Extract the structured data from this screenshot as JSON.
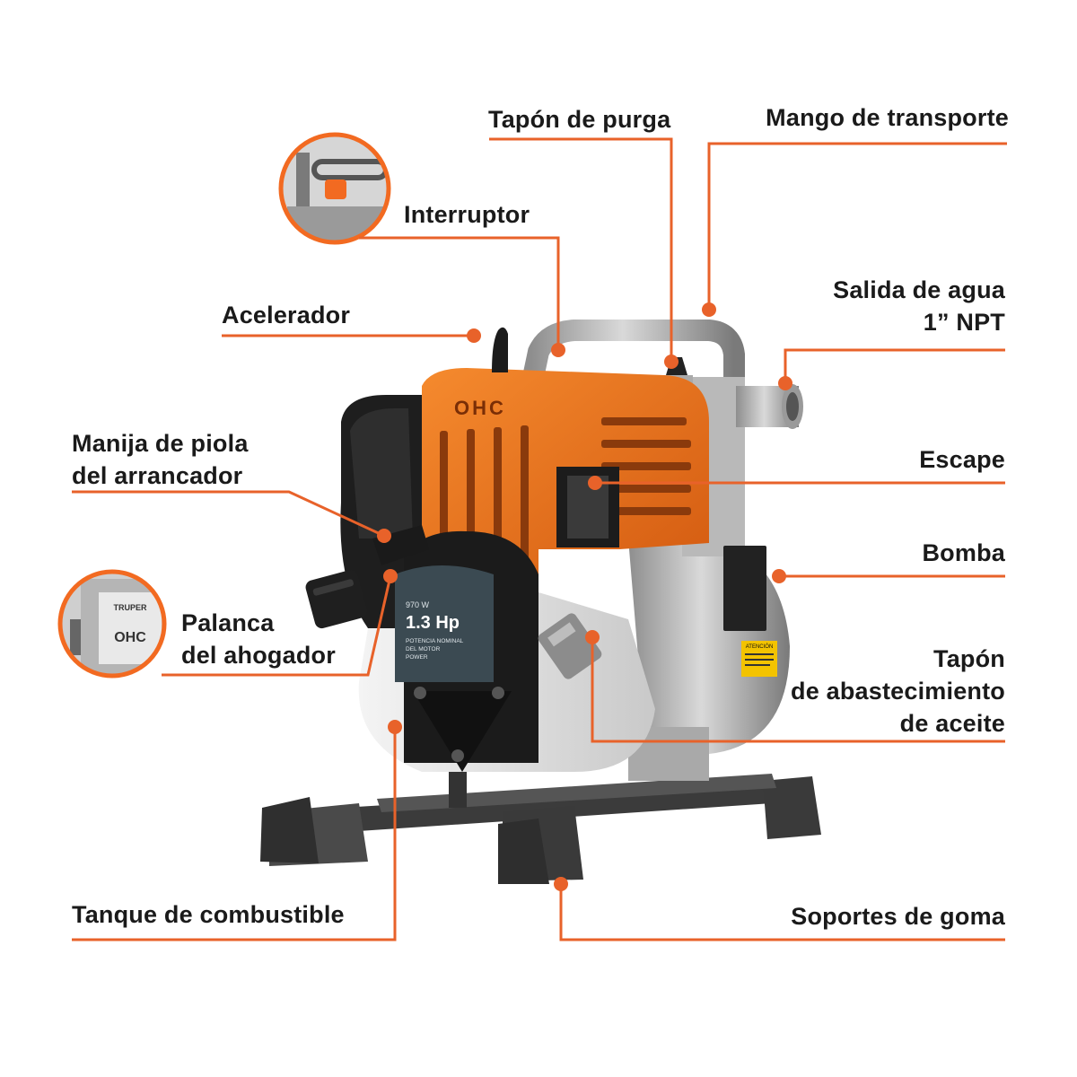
{
  "colors": {
    "accent": "#f26a21",
    "leader": "#e8622a",
    "text": "#1a1a1a",
    "housing": "#f07a1e"
  },
  "labels": {
    "tapon_purga": "Tapón de purga",
    "mango_transporte": "Mango de transporte",
    "interruptor": "Interruptor",
    "acelerador": "Acelerador",
    "salida_agua": [
      "Salida de agua",
      "1” NPT"
    ],
    "manija_piola": [
      "Manija de piola",
      "del arrancador"
    ],
    "escape": "Escape",
    "bomba": "Bomba",
    "palanca_ahogador": [
      "Palanca",
      "del ahogador"
    ],
    "tapon_aceite": [
      "Tapón",
      "de abastecimiento",
      "de aceite"
    ],
    "tanque_combustible": "Tanque de combustible",
    "soportes_goma": "Soportes de goma"
  },
  "motor_badge": {
    "watts": "970 W",
    "hp": "1.3 Hp",
    "caption": [
      "POTENCIA NOMINAL",
      "DEL MOTOR",
      "POWER"
    ]
  },
  "housing_text": "OHC",
  "inset_text": {
    "brand": "TRUPER",
    "model": "OHC"
  },
  "warning_title": "ATENCIÓN",
  "icons": [
    "switch-inset-icon",
    "choke-lever-inset-icon"
  ]
}
